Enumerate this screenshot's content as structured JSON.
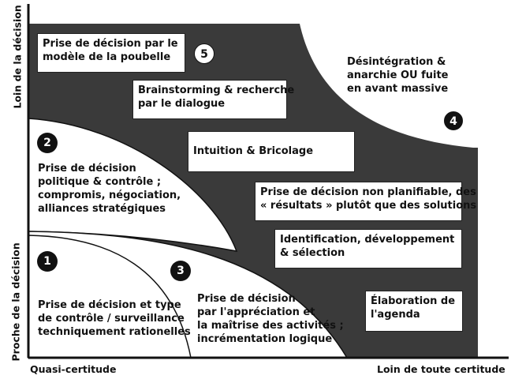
{
  "axes": {
    "y_top": "Loin de la décision",
    "y_bottom": "Proche de la décision",
    "x_left": "Quasi-certitude",
    "x_right": "Loin de toute certitude"
  },
  "zones": [
    {
      "number": "1",
      "lines": [
        "Prise de décision et type",
        "de contrôle / surveillance",
        "techniquement rationelles"
      ]
    },
    {
      "number": "2",
      "lines": [
        "Prise de décision",
        "politique & contrôle ;",
        "compromis, négociation,",
        "alliances stratégiques"
      ]
    },
    {
      "number": "3",
      "lines": [
        "Prise de décision",
        "par l'appréciation et",
        "la maîtrise des activités ;",
        "incrémentation logique"
      ]
    },
    {
      "number": "4",
      "lines": [
        "Désintégration &",
        "anarchie OU fuite",
        "en avant massive"
      ]
    },
    {
      "number": "5",
      "lines": [
        "Prise de décision par le",
        "modèle de la poubelle"
      ]
    }
  ],
  "boxes": [
    {
      "lines": [
        "Brainstorming & recherche",
        "par le dialogue"
      ]
    },
    {
      "lines": [
        "Intuition & Bricolage"
      ]
    },
    {
      "lines": [
        "Prise de décision non planifiable, des",
        "« résultats » plutôt que des solutions"
      ]
    },
    {
      "lines": [
        "Identification, développement",
        "& sélection"
      ]
    },
    {
      "lines": [
        "Élaboration de",
        "l'agenda"
      ]
    }
  ],
  "colors": {
    "dark_region": "#3a3a3a",
    "light_region": "#ffffff",
    "ink": "#111111"
  }
}
